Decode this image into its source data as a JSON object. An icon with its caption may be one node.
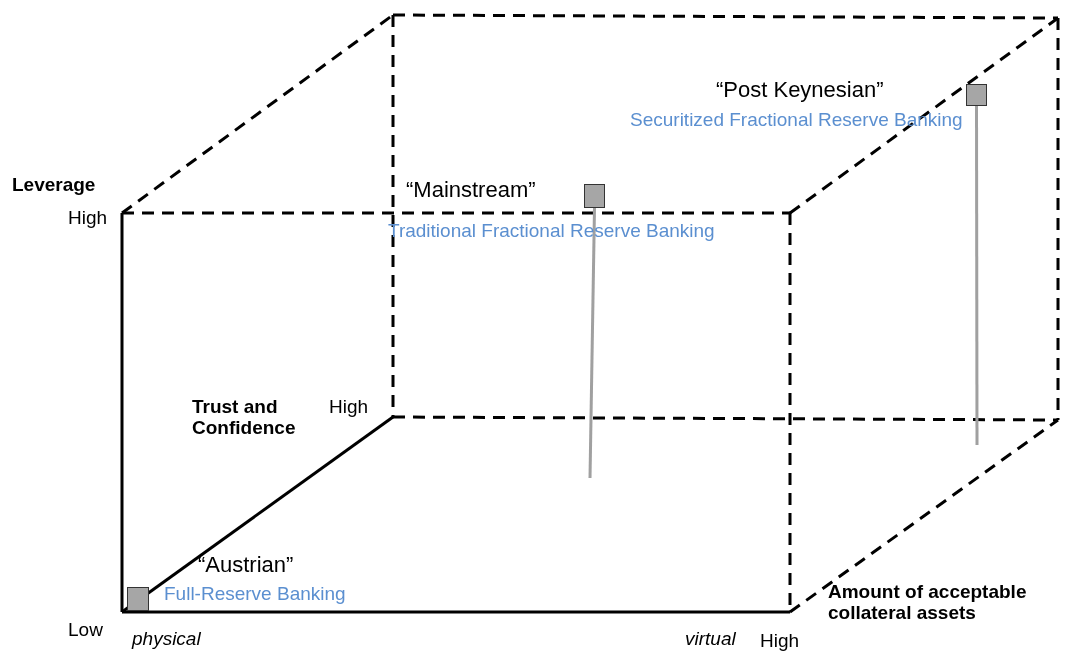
{
  "diagram": {
    "nodes": [
      {
        "text": [],
        "shape": "box",
        "beside": [
          "“Austrian”",
          "Full-Reserve Banking"
        ]
      },
      {
        "text": [],
        "shape": "box",
        "beside": [
          "“Mainstream”",
          "Traditional Fractional Reserve Banking"
        ]
      },
      {
        "text": [],
        "shape": "box",
        "beside": [
          "“Post Keynesian”",
          "Securitized Fractional Reserve Banking"
        ]
      }
    ],
    "edges": [
      {
        "from": 1,
        "to": null,
        "arrow": "none"
      },
      {
        "from": 2,
        "to": null,
        "arrow": "none"
      }
    ],
    "labels": [
      "Leverage",
      "High",
      "Trust and Confidence",
      "High",
      "Low",
      "physical",
      "virtual",
      "High",
      "Amount of acceptable collateral assets"
    ]
  }
}
